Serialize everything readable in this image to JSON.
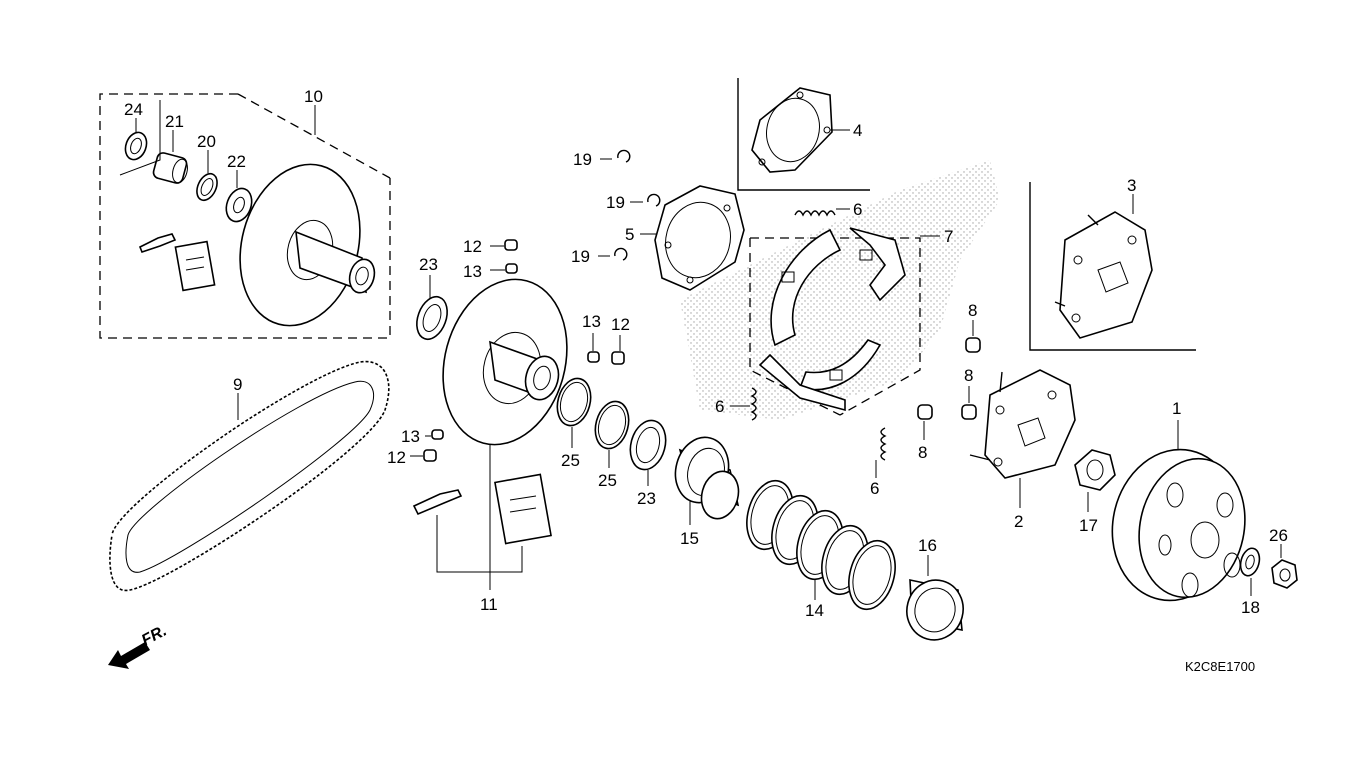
{
  "diagram_code": "K2C8E1700",
  "front_marker": "FR.",
  "callouts": [
    {
      "id": "c1",
      "text": "1"
    },
    {
      "id": "c2",
      "text": "2"
    },
    {
      "id": "c3",
      "text": "3"
    },
    {
      "id": "c4",
      "text": "4"
    },
    {
      "id": "c5",
      "text": "5"
    },
    {
      "id": "c6a",
      "text": "6"
    },
    {
      "id": "c6b",
      "text": "6"
    },
    {
      "id": "c6c",
      "text": "6"
    },
    {
      "id": "c7",
      "text": "7"
    },
    {
      "id": "c8a",
      "text": "8"
    },
    {
      "id": "c8b",
      "text": "8"
    },
    {
      "id": "c8c",
      "text": "8"
    },
    {
      "id": "c9",
      "text": "9"
    },
    {
      "id": "c10",
      "text": "10"
    },
    {
      "id": "c11",
      "text": "11"
    },
    {
      "id": "c12a",
      "text": "12"
    },
    {
      "id": "c12b",
      "text": "12"
    },
    {
      "id": "c12c",
      "text": "12"
    },
    {
      "id": "c13a",
      "text": "13"
    },
    {
      "id": "c13b",
      "text": "13"
    },
    {
      "id": "c13c",
      "text": "13"
    },
    {
      "id": "c14",
      "text": "14"
    },
    {
      "id": "c15",
      "text": "15"
    },
    {
      "id": "c16",
      "text": "16"
    },
    {
      "id": "c17",
      "text": "17"
    },
    {
      "id": "c18",
      "text": "18"
    },
    {
      "id": "c19a",
      "text": "19"
    },
    {
      "id": "c19b",
      "text": "19"
    },
    {
      "id": "c19c",
      "text": "19"
    },
    {
      "id": "c20",
      "text": "20"
    },
    {
      "id": "c21",
      "text": "21"
    },
    {
      "id": "c22",
      "text": "22"
    },
    {
      "id": "c23a",
      "text": "23"
    },
    {
      "id": "c23b",
      "text": "23"
    },
    {
      "id": "c24",
      "text": "24"
    },
    {
      "id": "c25a",
      "text": "25"
    },
    {
      "id": "c25b",
      "text": "25"
    },
    {
      "id": "c26",
      "text": "26"
    }
  ]
}
